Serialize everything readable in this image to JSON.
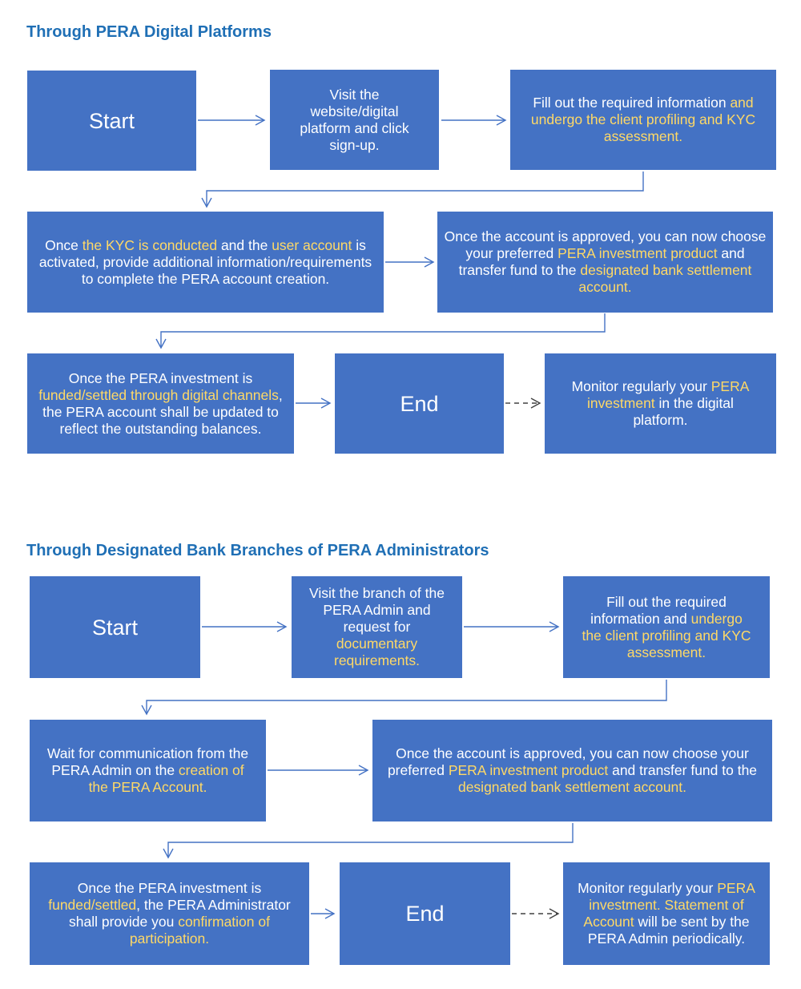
{
  "section1": {
    "heading": "Through PERA Digital Platforms",
    "start": "Start",
    "step_visit": "Visit the website/digital platform and click sign-up.",
    "step_fill": [
      {
        "t": "Fill out the required information ",
        "hl": false
      },
      {
        "t": "and undergo the client profiling and KYC assessment.",
        "hl": true
      }
    ],
    "step_kyc": [
      {
        "t": "Once ",
        "hl": false
      },
      {
        "t": "the  KYC is conducted",
        "hl": true
      },
      {
        "t": " and the ",
        "hl": false
      },
      {
        "t": "user account",
        "hl": true
      },
      {
        "t": " is activated, provide additional information/requirements to complete the PERA account creation.",
        "hl": false
      }
    ],
    "step_approved": [
      {
        "t": "Once the account is approved, you can now choose your preferred ",
        "hl": false
      },
      {
        "t": "PERA investment product",
        "hl": true
      },
      {
        "t": " and transfer fund to the ",
        "hl": false
      },
      {
        "t": "designated bank settlement account.",
        "hl": true
      }
    ],
    "step_funded": [
      {
        "t": "Once the PERA investment is ",
        "hl": false
      },
      {
        "t": "funded/settled through digital channels",
        "hl": true
      },
      {
        "t": ", the PERA account shall be updated to reflect the outstanding balances.",
        "hl": false
      }
    ],
    "end": "End",
    "step_monitor": [
      {
        "t": "Monitor regularly your ",
        "hl": false
      },
      {
        "t": "PERA investment",
        "hl": true
      },
      {
        "t": " in the digital platform.",
        "hl": false
      }
    ]
  },
  "section2": {
    "heading": "Through Designated Bank Branches of PERA Administrators",
    "start": "Start",
    "step_visit": [
      {
        "t": "Visit the branch of the PERA Admin and request for ",
        "hl": false
      },
      {
        "t": "documentary requirements.",
        "hl": true
      }
    ],
    "step_fill": [
      {
        "t": "Fill out the required information and ",
        "hl": false
      },
      {
        "t": "undergo the client profiling and KYC assessment.",
        "hl": true
      }
    ],
    "step_wait": [
      {
        "t": "Wait for communication from the PERA Admin on the ",
        "hl": false
      },
      {
        "t": "creation of the PERA Account.",
        "hl": true
      }
    ],
    "step_approved": [
      {
        "t": "Once the account is approved, you  can now choose your preferred ",
        "hl": false
      },
      {
        "t": "PERA investment product",
        "hl": true
      },
      {
        "t": " and transfer fund to  the ",
        "hl": false
      },
      {
        "t": "designated bank settlement account.",
        "hl": true
      }
    ],
    "step_funded": [
      {
        "t": "Once the PERA investment is ",
        "hl": false
      },
      {
        "t": "funded/settled",
        "hl": true
      },
      {
        "t": ", the PERA Administrator shall provide you ",
        "hl": false
      },
      {
        "t": "confirmation of participation.",
        "hl": true
      }
    ],
    "end": "End",
    "step_monitor": [
      {
        "t": "Monitor regularly your ",
        "hl": false
      },
      {
        "t": "PERA investment. Statement of Account",
        "hl": true
      },
      {
        "t": " will be sent by the PERA Admin periodically.",
        "hl": false
      }
    ]
  },
  "colors": {
    "box_fill": "#4472c4",
    "highlight_text": "#ffd966",
    "heading_text": "#1f6fb5",
    "connector": "#4472c4",
    "dashed_connector": "#404040"
  }
}
